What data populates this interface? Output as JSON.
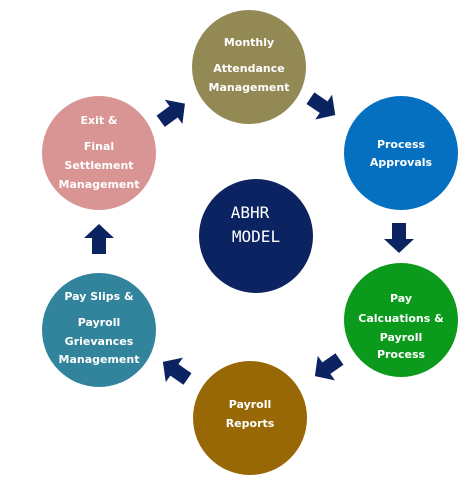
{
  "center": {
    "line1": "ABHR",
    "line2": "MODEL",
    "color": "#0B2461"
  },
  "stages": [
    {
      "id": "monthly-attendance",
      "lines": [
        "Monthly",
        "Attendance",
        "Management"
      ],
      "color": "#938955"
    },
    {
      "id": "process-approvals",
      "lines": [
        "Process",
        "Approvals"
      ],
      "color": "#0570C0"
    },
    {
      "id": "pay-calculations",
      "lines": [
        "Pay",
        "Calcuations &",
        "Payroll",
        "Process"
      ],
      "color": "#0B9A1B"
    },
    {
      "id": "payroll-reports",
      "lines": [
        "Payroll",
        "Reports"
      ],
      "color": "#996806"
    },
    {
      "id": "pay-slips-grievances",
      "lines": [
        "Pay Slips &",
        "Payroll",
        "Grievances",
        "Management"
      ],
      "color": "#31849B"
    },
    {
      "id": "exit-settlement",
      "lines": [
        "Exit &",
        "Final",
        "Settlement",
        "Management"
      ],
      "color": "#D99594"
    }
  ],
  "arrow_color": "#0B2461"
}
